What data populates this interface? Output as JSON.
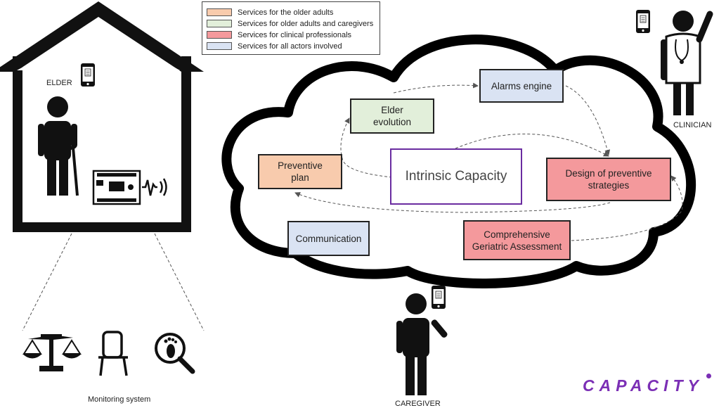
{
  "legend": {
    "items": [
      {
        "label": "Services for the older adults",
        "color": "#f8cbad"
      },
      {
        "label": "Services for older adults and caregivers",
        "color": "#e2efda"
      },
      {
        "label": "Services for clinical professionals",
        "color": "#f4999c"
      },
      {
        "label": "Services for all actors involved",
        "color": "#dae3f3"
      }
    ]
  },
  "actors": {
    "elder": "ELDER",
    "clinician": "CLINICIAN",
    "caregiver": "CAREGIVER",
    "monitoring": "Monitoring system"
  },
  "center": {
    "label": "Intrinsic Capacity",
    "border_color": "#6a2ca0"
  },
  "services": {
    "alarms_engine": {
      "line1": "Alarms engine",
      "line2": "",
      "color": "#dae3f3"
    },
    "elder_evolution": {
      "line1": "Elder",
      "line2": "evolution",
      "color": "#e2efda"
    },
    "preventive_plan": {
      "line1": "Preventive",
      "line2": "plan",
      "color": "#f8cbad"
    },
    "design_strategies": {
      "line1": "Design of preventive",
      "line2": "strategies",
      "color": "#f4999c"
    },
    "communication": {
      "line1": "Communication",
      "line2": "",
      "color": "#dae3f3"
    },
    "cga": {
      "line1": "Comprehensive",
      "line2": "Geriatric Assessment",
      "color": "#f4999c"
    }
  },
  "brand": {
    "text": "CAPACITY",
    "color": "#7b2fb5"
  },
  "icons": [
    "house-icon",
    "elder-person-icon",
    "phone-icon",
    "arduino-board-icon",
    "wireless-signal-icon",
    "clinician-icon",
    "caregiver-icon",
    "scale-icon",
    "chair-icon",
    "footprint-search-icon",
    "cloud-shape"
  ]
}
